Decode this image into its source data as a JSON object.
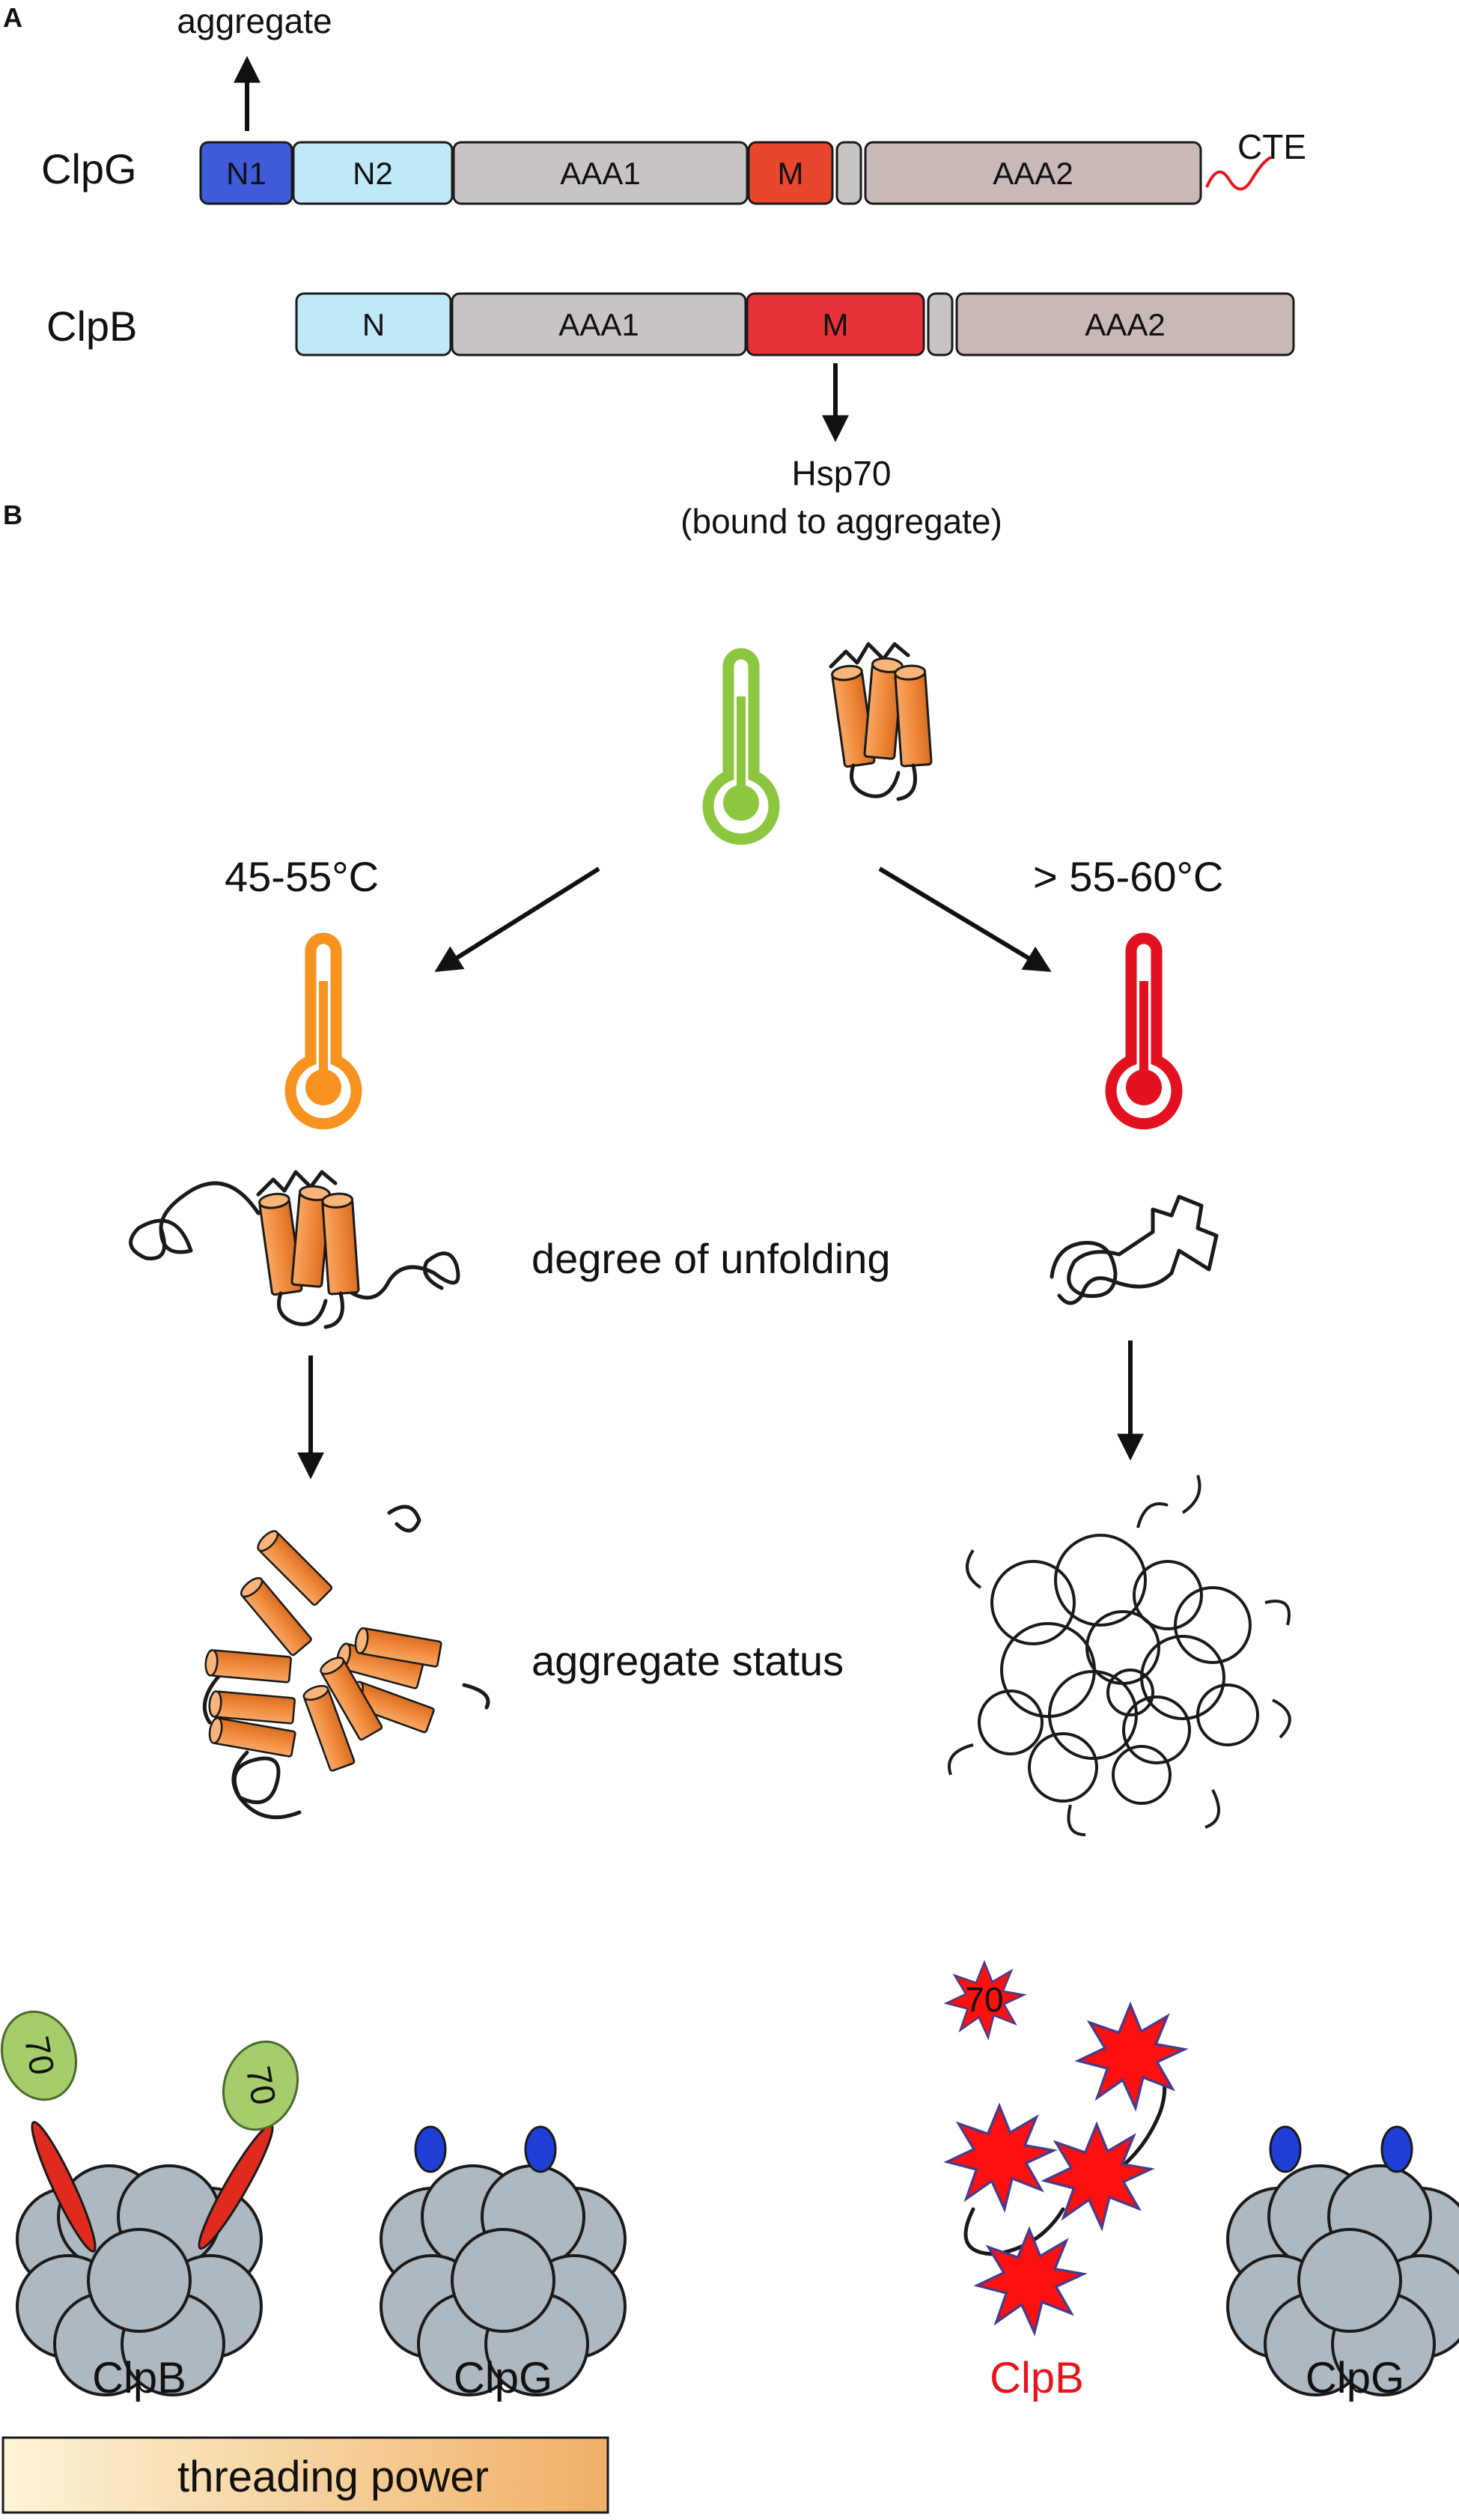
{
  "panel_a": {
    "label": "A",
    "aggregate_label": "aggregate",
    "clpg": {
      "name": "ClpG",
      "cte_label": "CTE",
      "domains": [
        "N1",
        "N2",
        "AAA1",
        "M",
        "AAA2"
      ]
    },
    "clpb": {
      "name": "ClpB",
      "domains": [
        "N",
        "AAA1",
        "M",
        "AAA2"
      ],
      "hsp70_label": "Hsp70",
      "hsp70_sub": "(bound to aggregate)"
    }
  },
  "panel_b": {
    "label": "B",
    "temp_left": "45-55°C",
    "temp_right": "> 55-60°C",
    "unfolding_label": "degree of unfolding",
    "aggregate_status_label": "aggregate status",
    "bottom": {
      "left_clpb": "ClpB",
      "left_clpg": "ClpG",
      "right_clpb": "ClpB",
      "right_clpg": "ClpG",
      "hsp70_badge": "70",
      "threading_label": "threading power"
    }
  },
  "colors": {
    "n1_blue": "#3f5bd9",
    "n_lightblue": "#bfe9f7",
    "aaa_grey": "#c8c4c4",
    "aaa2_mauve": "#c8b8b6",
    "m_clpg_red": "#e8462d",
    "m_clpb_red": "#e8323a",
    "thermo_green": "#8dc63f",
    "thermo_orange": "#f7931e",
    "thermo_red": "#e3101f",
    "helix_orange": "#f39c55",
    "hexamer_grey": "#aeb8c1",
    "hsp70_green": "#a5cd6b",
    "clpb_red_text": "#e8141c",
    "threading_start": "#fcf4d6",
    "threading_end": "#f0b067"
  },
  "icons": [
    "thermometer-icon",
    "protein-helix-icon",
    "hexamer-icon",
    "starburst-icon"
  ]
}
